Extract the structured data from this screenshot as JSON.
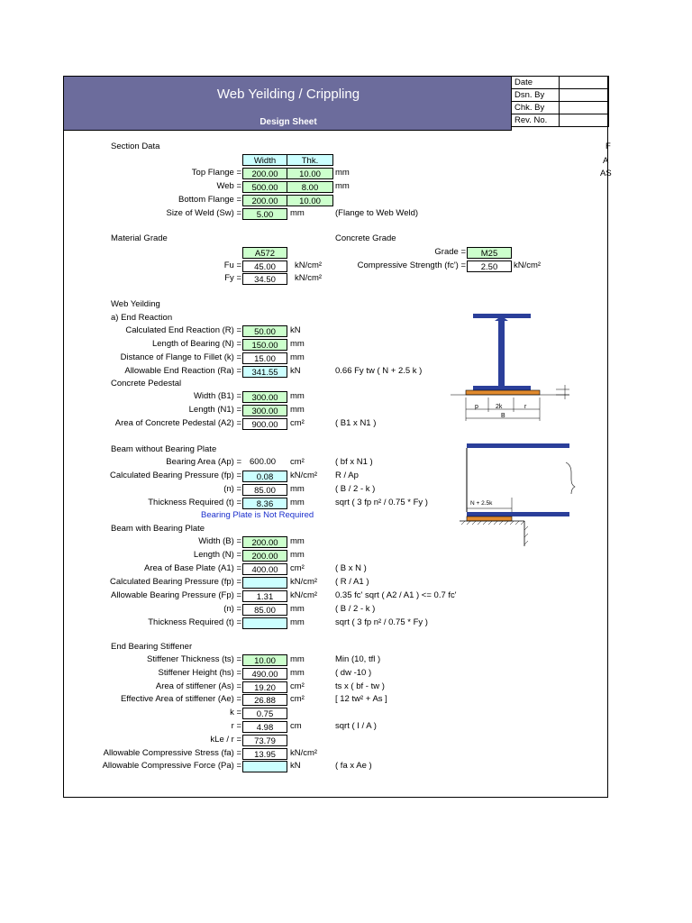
{
  "header": {
    "title": "Web Yeilding / Crippling",
    "subtitle": "Design Sheet",
    "meta_labels": [
      "Date",
      "Dsn. By",
      "Chk. By",
      "Rev. No."
    ]
  },
  "edge_letters": [
    "F",
    "A",
    "AS"
  ],
  "section_data": {
    "heading": "Section Data",
    "col_width": "Width",
    "col_thk": "Thk.",
    "top_flange_label": "Top Flange =",
    "top_flange_width": "200.00",
    "top_flange_thk": "10.00",
    "top_flange_unit": "mm",
    "web_label": "Web =",
    "web_width": "500.00",
    "web_thk": "8.00",
    "web_unit": "mm",
    "bottom_flange_label": "Bottom Flange =",
    "bottom_flange_width": "200.00",
    "bottom_flange_thk": "10.00",
    "weld_label": "Size of Weld (Sw) =",
    "weld_value": "5.00",
    "weld_unit": "mm",
    "weld_note": "(Flange to Web Weld)"
  },
  "material": {
    "heading": "Material Grade",
    "grade": "A572",
    "fu_label": "Fu =",
    "fu_value": "45.00",
    "fu_unit": "kN/cm²",
    "fy_label": "Fy =",
    "fy_value": "34.50",
    "fy_unit": "kN/cm²"
  },
  "concrete": {
    "heading": "Concrete Grade",
    "grade_label": "Grade =",
    "grade_value": "M25",
    "fc_label": "Compressive Strength (fc') =",
    "fc_value": "2.50",
    "fc_unit": "kN/cm²"
  },
  "web_yielding": {
    "heading": "Web Yeilding",
    "sub_heading": "a) End Reaction",
    "rows": [
      {
        "label": "Calculated End Reaction (R) =",
        "value": "50.00",
        "unit": "kN",
        "style": "g",
        "note": ""
      },
      {
        "label": "Length of Bearing (N) =",
        "value": "150.00",
        "unit": "mm",
        "style": "g",
        "note": ""
      },
      {
        "label": "Distance of Flange to Fillet (k) =",
        "value": "15.00",
        "unit": "mm",
        "style": "w",
        "note": ""
      },
      {
        "label": "Allowable End Reaction (Ra) =",
        "value": "341.55",
        "unit": "kN",
        "style": "c",
        "note": "0.66 Fy tw ( N + 2.5 k )"
      }
    ],
    "pedestal_heading": "Concrete Pedestal",
    "pedestal_rows": [
      {
        "label": "Width (B1) =",
        "value": "300.00",
        "unit": "mm",
        "style": "g",
        "note": ""
      },
      {
        "label": "Length (N1) =",
        "value": "300.00",
        "unit": "mm",
        "style": "g",
        "note": ""
      },
      {
        "label": "Area of Concrete Pedestal (A2) =",
        "value": "900.00",
        "unit": "cm²",
        "style": "w",
        "note": "( B1 x N1 )"
      }
    ]
  },
  "without_plate": {
    "heading": "Beam without Bearing Plate",
    "rows": [
      {
        "label": "Bearing Area (Ap) =",
        "value": "600.00",
        "unit": "cm²",
        "style": "n",
        "note": "( bf x N1 )"
      },
      {
        "label": "Calculated Bearing Pressure (fp) =",
        "value": "0.08",
        "unit": "kN/cm²",
        "style": "c",
        "note": "R / Ap"
      },
      {
        "label": "(n) =",
        "value": "85.00",
        "unit": "mm",
        "style": "w",
        "note": "( B / 2 - k )"
      },
      {
        "label": "Thickness Required (t) =",
        "value": "8.36",
        "unit": "mm",
        "style": "c",
        "note": "sqrt ( 3 fp n² / 0.75 * Fy )"
      }
    ],
    "status": "Bearing Plate is Not Required"
  },
  "with_plate": {
    "heading": "Beam with Bearing Plate",
    "rows": [
      {
        "label": "Width (B) =",
        "value": "200.00",
        "unit": "mm",
        "style": "g",
        "note": ""
      },
      {
        "label": "Length (N) =",
        "value": "200.00",
        "unit": "mm",
        "style": "g",
        "note": ""
      },
      {
        "label": "Area of Base Plate (A1) =",
        "value": "400.00",
        "unit": "cm²",
        "style": "w",
        "note": "( B x N )"
      },
      {
        "label": "Calculated Bearing Pressure (fp) =",
        "value": "",
        "unit": "kN/cm²",
        "style": "c",
        "note": "( R / A1 )"
      },
      {
        "label": "Allowable Bearing Pressure (Fp) =",
        "value": "1.31",
        "unit": "kN/cm²",
        "style": "w",
        "note": "0.35 fc' sqrt ( A2 / A1 ) <= 0.7 fc'"
      },
      {
        "label": "(n) =",
        "value": "85.00",
        "unit": "mm",
        "style": "w",
        "note": "( B / 2 - k )"
      },
      {
        "label": "Thickness Required (t) =",
        "value": "",
        "unit": "mm",
        "style": "c",
        "note": "sqrt ( 3 fp n² / 0.75 * Fy )"
      }
    ]
  },
  "stiffener": {
    "heading": "End Bearing Stiffener",
    "rows": [
      {
        "label": "Stiffener Thickness (ts) =",
        "value": "10.00",
        "unit": "mm",
        "style": "g",
        "note": "Min (10, tfl )"
      },
      {
        "label": "Stiffener Height (hs) =",
        "value": "490.00",
        "unit": "mm",
        "style": "w",
        "note": "( dw -10 )"
      },
      {
        "label": "Area of stiffener (As) =",
        "value": "19.20",
        "unit": "cm²",
        "style": "w",
        "note": "ts x ( bf - tw )"
      },
      {
        "label": "Effective Area of stiffener (Ae) =",
        "value": "26.88",
        "unit": "cm²",
        "style": "w",
        "note": "[ 12 tw² + As ]"
      },
      {
        "label": "k =",
        "value": "0.75",
        "unit": "",
        "style": "w",
        "note": ""
      },
      {
        "label": "r =",
        "value": "4.98",
        "unit": "cm",
        "style": "w",
        "note": "sqrt ( I / A )"
      },
      {
        "label": "kLe / r =",
        "value": "73.79",
        "unit": "",
        "style": "w",
        "note": ""
      },
      {
        "label": "Allowable Compressive Stress (fa) =",
        "value": "13.95",
        "unit": "kN/cm²",
        "style": "w",
        "note": ""
      },
      {
        "label": "Allowable Compressive Force (Pa) =",
        "value": "",
        "unit": "kN",
        "style": "c",
        "note": "( fa x Ae )"
      }
    ]
  },
  "diagram": {
    "dim_labels": [
      "p",
      "2k",
      "r",
      "B"
    ],
    "bearing_label": "N + 2.5k"
  }
}
